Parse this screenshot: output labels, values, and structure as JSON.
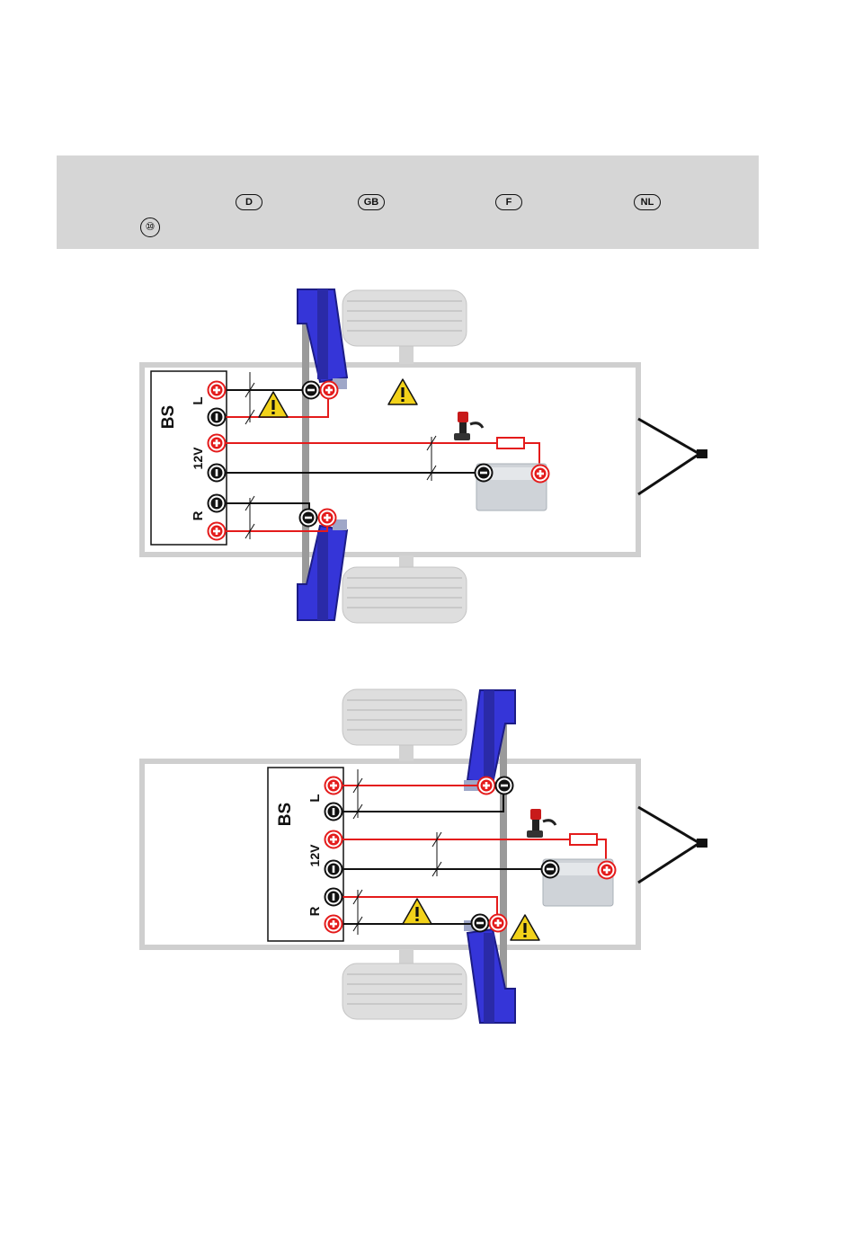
{
  "language_bar": {
    "badges": [
      "D",
      "GB",
      "F",
      "NL"
    ],
    "page_marker": "⑩"
  },
  "diagram_top": {
    "box_label": "BS",
    "terminal_labels": {
      "left": "L",
      "supply": "12V",
      "right": "R"
    }
  },
  "diagram_bottom": {
    "box_label": "BS",
    "terminal_labels": {
      "left": "L",
      "supply": "12V",
      "right": "R"
    }
  },
  "colors": {
    "positive_wire": "#e41b1b",
    "negative_wire": "#111111",
    "actuator": "#3535d8",
    "frame": "#cfcfcf",
    "tire": "#d9d9d9",
    "warning": "#f2d21a",
    "language_bar": "#d6d6d6"
  },
  "icons": [
    "plus-terminal-icon",
    "minus-terminal-icon",
    "warning-icon",
    "fuse-icon",
    "battery-icon",
    "main-switch-icon"
  ]
}
